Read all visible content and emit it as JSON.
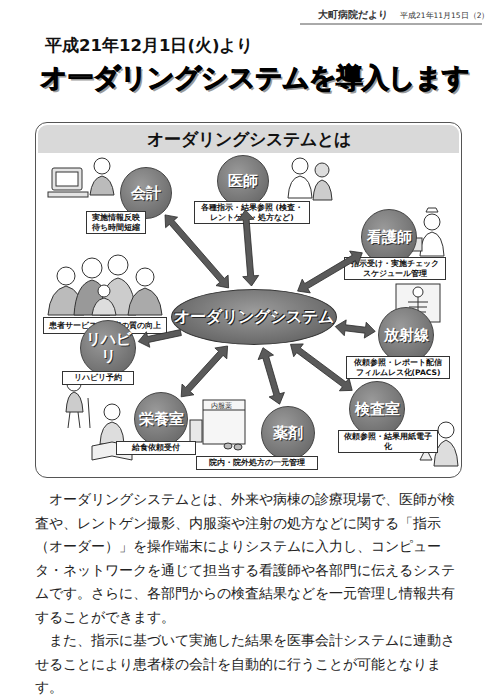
{
  "diagram": {
    "title": "オーダリングシステムを導入します",
    "nodes": [
      {
        "text": [
          "オーダリングシステムとは"
        ]
      },
      {
        "text": [
          "会計",
          "実施情報反映 待ち時間短縮"
        ],
        "in": 0
      },
      {
        "text": [
          "医師",
          "各種指示・結果参照 (検査・レントゲン・処方など)"
        ],
        "in": 0
      },
      {
        "text": [
          "看護師",
          "指示受け・実施チェック スケジュール管理"
        ],
        "in": 0
      },
      {
        "text": [
          "患者サービス・医療の質の向上"
        ],
        "in": 0
      },
      {
        "text": [
          "オーダリングシステム"
        ],
        "in": 0
      },
      {
        "text": [
          "リハビリ",
          "リハビリ予約"
        ],
        "in": 0
      },
      {
        "text": [
          "放射線",
          "依頼参照・レポート配信 フィルムレス化(PACS)"
        ],
        "in": 0
      },
      {
        "text": [
          "栄養室",
          "給食依頼受付"
        ],
        "in": 0
      },
      {
        "text": [
          "薬剤",
          "院内・院外処方の一元管理"
        ],
        "in": 0
      },
      {
        "text": [
          "検査室",
          "依頼参照・結果用紙電子化"
        ],
        "in": 0
      }
    ],
    "edges": [
      {
        "from": 5,
        "to": 1,
        "arrow": "both"
      },
      {
        "from": 5,
        "to": 2,
        "arrow": "both"
      },
      {
        "from": 5,
        "to": 3,
        "arrow": "both"
      },
      {
        "from": 5,
        "to": 7,
        "arrow": "both"
      },
      {
        "from": 5,
        "to": 10,
        "arrow": "both"
      },
      {
        "from": 5,
        "to": 9,
        "arrow": "both"
      },
      {
        "from": 5,
        "to": 8,
        "arrow": "both"
      },
      {
        "from": 5,
        "to": 6,
        "arrow": "to"
      }
    ],
    "labels": [
      "大町病院だより",
      "平成21年11月15日（2）",
      "平成21年12月1日(火)より",
      "内服薬",
      "オーダリングシステムとは、外来や病棟の診療現場で、医師が検査や、レントゲン撮影、内服薬や注射の処方などに関する「指示（オーダー）」を操作端末によりシステムに入力し、コンピュータ・ネットワークを通じて担当する看護師や各部門に伝えるシステムです。さらに、各部門からの検査結果などを一元管理し情報共有することができます。",
      "また、指示に基づいて実施した結果を医事会計システムに連動させることにより患者様の会計を自動的に行うことが可能となります。"
    ]
  }
}
